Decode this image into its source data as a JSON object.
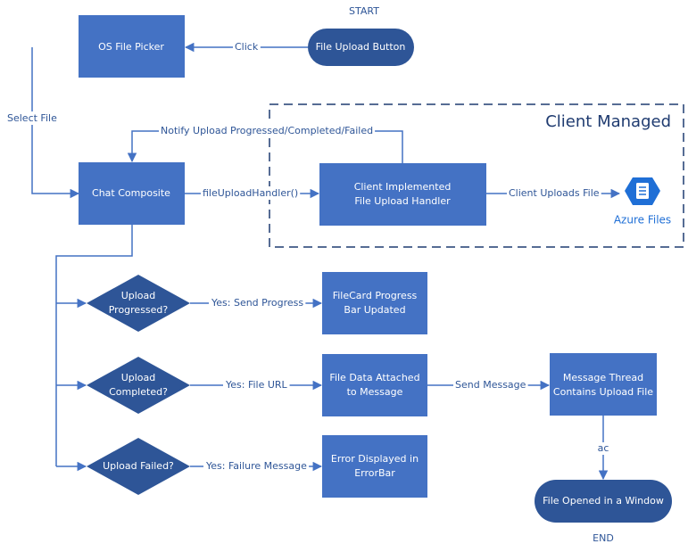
{
  "diagram": {
    "labels": {
      "start": "START",
      "end": "END"
    },
    "group": {
      "title": "Client Managed"
    },
    "nodes": {
      "file_upload_button": "File Upload Button",
      "os_file_picker": "OS File Picker",
      "chat_composite": "Chat Composite",
      "client_handler_line1": "Client Implemented",
      "client_handler_line2": "File Upload Handler",
      "azure_files": "Azure Files",
      "upload_progressed_line1": "Upload",
      "upload_progressed_line2": "Progressed?",
      "upload_completed_line1": "Upload",
      "upload_completed_line2": "Completed?",
      "upload_failed": "Upload Failed?",
      "filecard_line1": "FileCard Progress",
      "filecard_line2": "Bar Updated",
      "file_data_line1": "File Data Attached",
      "file_data_line2": "to Message",
      "error_line1": "Error Displayed in",
      "error_line2": "ErrorBar",
      "message_thread_line1": "Message Thread",
      "message_thread_line2": "Contains Upload File",
      "file_opened": "File Opened in a Window"
    },
    "edges": {
      "click": "Click",
      "select_file": "Select File",
      "notify": "Notify Upload Progressed/Completed/Failed",
      "file_upload_handler": "fileUploadHandler()",
      "client_uploads_file": "Client Uploads File",
      "send_progress": "Yes: Send Progress",
      "file_url": "Yes: File URL",
      "failure_message": "Yes: Failure Message",
      "send_message": "Send Message",
      "ac": "ac"
    }
  }
}
